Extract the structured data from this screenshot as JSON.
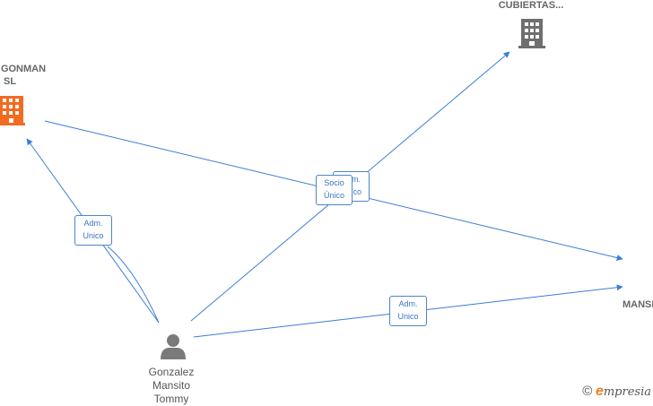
{
  "colors": {
    "edge": "#3b7dd8",
    "company_highlight": "#f26b21",
    "company_default": "#6f6f6f",
    "person": "#7a7a7a"
  },
  "nodes": {
    "company_a": {
      "label_line1": "GONMAN",
      "label_line2": "SL",
      "icon": "building-icon"
    },
    "company_b": {
      "label": "CUBIERTAS...",
      "icon": "building-icon"
    },
    "company_c": {
      "label": "MANSI",
      "icon": "building-icon"
    },
    "person": {
      "label_line1": "Gonzalez",
      "label_line2": "Mansito",
      "label_line3": "Tommy",
      "icon": "person-icon"
    }
  },
  "edges": {
    "e1": {
      "line1": "Adm.",
      "line2": "Unico"
    },
    "e2_back": {
      "line1": "Adm.",
      "line2": "Unico"
    },
    "e2": {
      "line1": "Socio",
      "line2": "Único"
    },
    "e3": {
      "line1": "Adm.",
      "line2": "Unico"
    }
  },
  "brand": {
    "symbol": "©",
    "initial": "e",
    "rest": "mpresia"
  }
}
